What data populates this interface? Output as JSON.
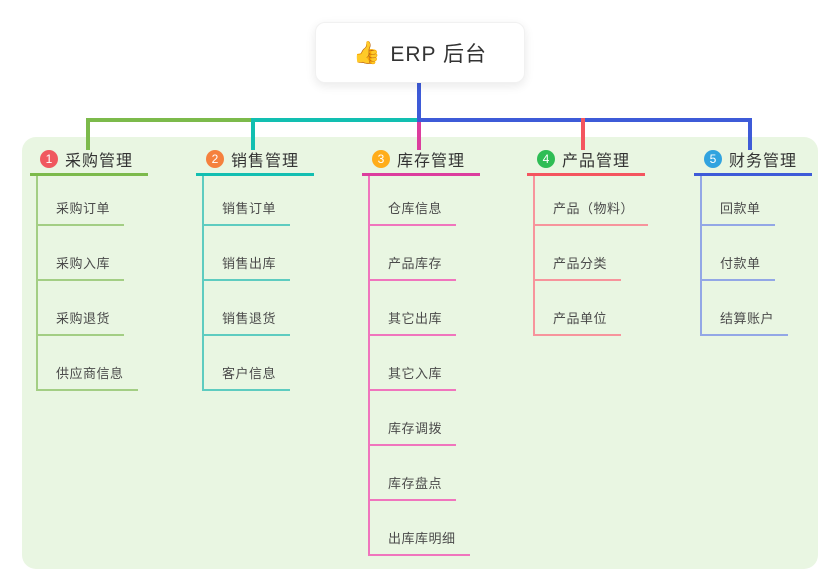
{
  "root": {
    "icon": "👍",
    "icon_name": "thumbs-up-icon",
    "label": "ERP 后台"
  },
  "branches": [
    {
      "badge": "1",
      "label": "采购管理",
      "badge_color": "#f0585f",
      "line_color": "#7cba4b",
      "child_line_color": "#a3ce84",
      "children": [
        "采购订单",
        "采购入库",
        "采购退货",
        "供应商信息"
      ]
    },
    {
      "badge": "2",
      "label": "销售管理",
      "badge_color": "#f5813e",
      "line_color": "#12bfb1",
      "child_line_color": "#5eccc0",
      "children": [
        "销售订单",
        "销售出库",
        "销售退货",
        "客户信息"
      ]
    },
    {
      "badge": "3",
      "label": "库存管理",
      "badge_color": "#ffad1a",
      "line_color": "#dc3d9e",
      "child_line_color": "#f075bd",
      "children": [
        "仓库信息",
        "产品库存",
        "其它出库",
        "其它入库",
        "库存调拨",
        "库存盘点",
        "出库库明细"
      ]
    },
    {
      "badge": "4",
      "label": "产品管理",
      "badge_color": "#2fbd55",
      "line_color": "#f4555f",
      "child_line_color": "#f7949c",
      "children": [
        "产品（物料）",
        "产品分类",
        "产品单位"
      ]
    },
    {
      "badge": "5",
      "label": "财务管理",
      "badge_color": "#31a3df",
      "line_color": "#3e5bd8",
      "child_line_color": "#93a7e6",
      "children": [
        "回款单",
        "付款单",
        "结算账户"
      ]
    }
  ],
  "palette": {
    "panel_background": "#e9f6e2",
    "root_stem_color": "#3e5bd8",
    "header_text": "#333333",
    "child_text": "#4b4b4b"
  }
}
